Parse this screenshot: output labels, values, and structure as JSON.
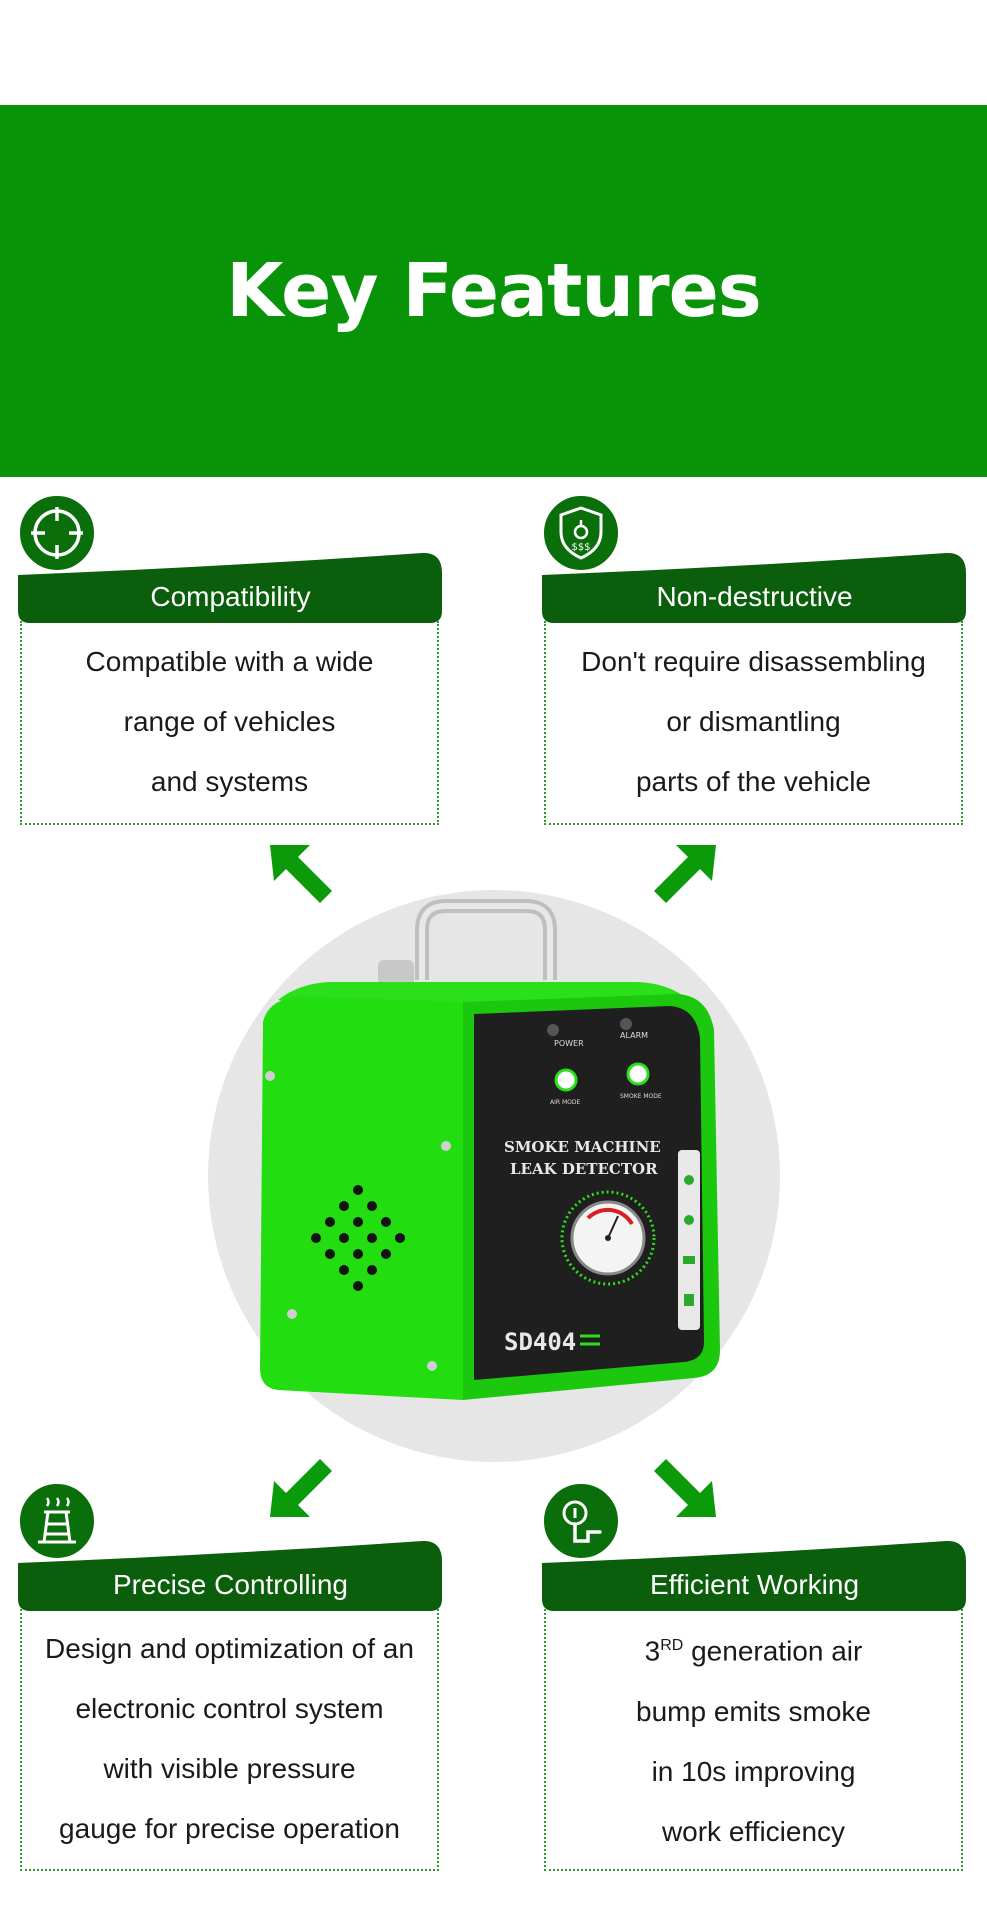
{
  "banner": {
    "title": "Key Features"
  },
  "features": [
    {
      "title": "Compatibility",
      "icon": "crosshair-icon",
      "lines": [
        "Compatible with a wide",
        "range of vehicles",
        "and systems"
      ]
    },
    {
      "title": "Non-destructive",
      "icon": "shield-icon",
      "lines": [
        "Don't require disassembling",
        "or dismantling",
        "parts of the vehicle"
      ]
    },
    {
      "title": "Precise Controlling",
      "icon": "tower-icon",
      "lines": [
        "Design and optimization of an",
        "electronic control system",
        "with visible pressure",
        "gauge for precise operation"
      ]
    },
    {
      "title": "Efficient Working",
      "icon": "pump-icon",
      "lines": [
        "generation air",
        "bump emits smoke",
        "in 10s improving",
        "work efficiency"
      ],
      "first_prefix": "3",
      "first_sup": "RD"
    }
  ],
  "product": {
    "brand_text_1": "SMOKE MACHINE",
    "brand_text_2": "LEAK DETECTOR",
    "model": "SD404",
    "label_power": "POWER",
    "label_alarm": "ALARM",
    "label_air_mode": "AIR MODE",
    "label_smoke_mode": "SMOKE MODE"
  },
  "colors": {
    "banner": "#099309",
    "card_header": "#0b5e0b",
    "product_body": "#22dd10",
    "panel": "#1f1f1f"
  }
}
